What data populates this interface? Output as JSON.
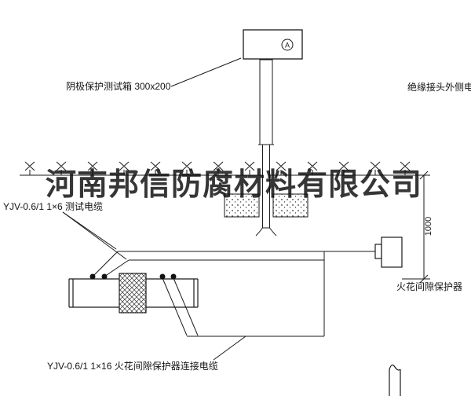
{
  "watermark": "河南邦信防腐材料有限公司",
  "diagram": {
    "test_box_label": "阴极保护测试箱 300x200",
    "insulated_joint_cable_label": "绝缘接头外侧电缆",
    "test_cable_label": "YJV-0.6/1  1×6   测试电缆",
    "spark_gap_protector_label": "火花间隙保护器",
    "spark_gap_cable_label": "YJV-0.6/1  1×16   火花间隙保护器连接电缆",
    "dimension_1000": "1000",
    "meter_symbol": "A"
  },
  "colors": {
    "line": "#1a1a1a",
    "background": "#ffffff",
    "watermark": "#101010"
  }
}
